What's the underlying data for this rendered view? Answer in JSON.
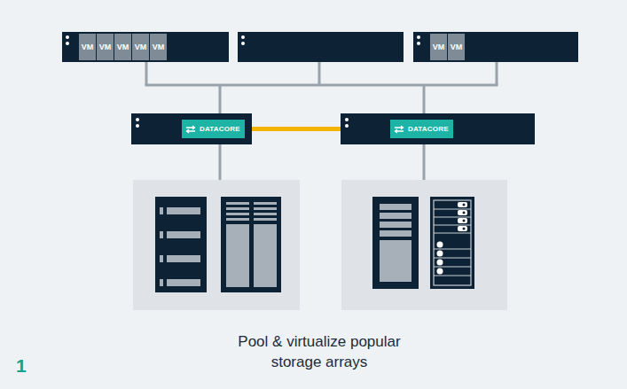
{
  "diagram": {
    "caption": "Pool & virtualize popular storage arrays",
    "nodes": [
      {
        "text": [
          "VM"
        ]
      },
      {
        "text": [
          "VM"
        ]
      },
      {
        "text": [
          "VM"
        ]
      },
      {
        "text": [
          "VM"
        ]
      },
      {
        "text": [
          "VM"
        ]
      },
      {
        "text": [
          "VM"
        ]
      },
      {
        "text": [
          "VM"
        ]
      },
      {
        "text": [
          "DATACORE"
        ]
      },
      {
        "text": [
          "DATACORE"
        ]
      }
    ],
    "edges": [
      {
        "from": 7,
        "to": 8,
        "arrow": "none"
      }
    ],
    "labels": [
      "1"
    ]
  }
}
